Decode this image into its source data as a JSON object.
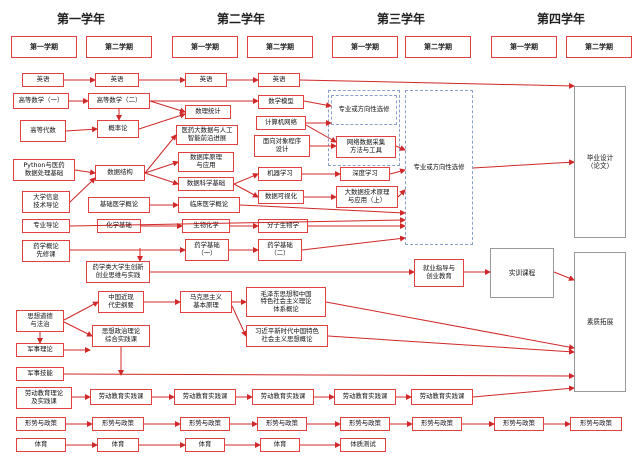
{
  "years": [
    "第一学年",
    "第二学年",
    "第三学年",
    "第四学年"
  ],
  "semesters": {
    "y1s1": "第一学期",
    "y1s2": "第二学期",
    "y2s1": "第一学期",
    "y2s2": "第二学期",
    "y3s1": "第一学期",
    "y3s2": "第二学期",
    "y4s1": "第一学期",
    "y4s2": "第二学期"
  },
  "courses": {
    "english1": "英语",
    "english2": "英语",
    "english3": "英语",
    "english4": "英语",
    "math1": "高等数学（一）",
    "math2": "高等数学（二）",
    "math_model": "数学模型",
    "algebra": "高等代数",
    "probability": "概率论",
    "stats": "数理统计",
    "med_bigdata_ai": "医药大数据与人工\n智能前沿进展",
    "network": "计算机网络",
    "oop": "面向对象程序\n设计",
    "python": "Python与医药\n数据处理基础",
    "info_tech": "大学信息\n技术导论",
    "data_structure": "数据结构",
    "db_principle": "数据库原理\n与应用",
    "data_sci": "数据科学基础",
    "ml": "机器学习",
    "deep_learning": "深度学习",
    "visualization": "数据可视化",
    "bigdata_tech": "大数据技术原理\n与应用（上）",
    "net_collect": "网络数据采集\n方法与工具",
    "major_intro": "专业导论",
    "basic_med": "基础医学概论",
    "clinical_med": "临床医学概论",
    "chemistry": "化学基础",
    "biochem": "生物化学",
    "mol_bio": "分子生物学",
    "pharm_intro": "药学概论\n先修课",
    "pharm1": "药学基础\n（一）",
    "pharm2": "药学基础\n（二）",
    "elective_direction_a": "专业或方向性选修",
    "elective_direction_b": "专业或方向性选修",
    "thesis": "毕业设计\n（论文）",
    "innovation": "药学类大学生创新\n创业思维与实践",
    "career": "就业指导与\n创业教育",
    "practice": "实训课程",
    "ethics": "思想道德\n与法治",
    "modern_history": "中国近现\n代史纲要",
    "marxism": "马克思主义\n基本原理",
    "mao": "毛泽东思想和中国\n特色社会主义理论\n体系概论",
    "xi": "习近平新时代中国特色\n社会主义思想概论",
    "ideology": "思想政治理论\n综合实践课",
    "military_theory": "军事理论",
    "military_skill": "军事技能",
    "quality": "素质拓展",
    "labor_theory": "劳动教育理论\n及实践课",
    "labor_practice": "劳动教育实践课",
    "situation": "形势与政策",
    "pe": "体育",
    "pe_test": "体质测试"
  }
}
